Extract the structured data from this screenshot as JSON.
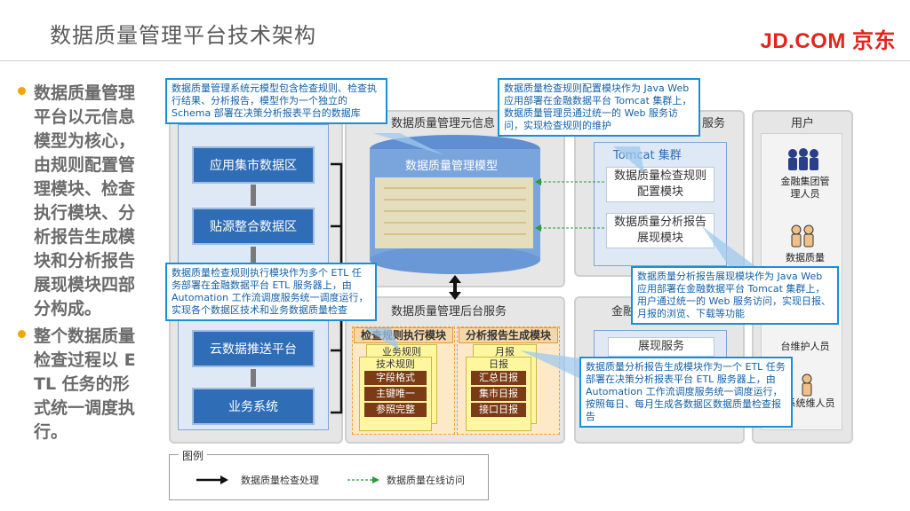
{
  "header": {
    "title": "数据质量管理平台技术架构",
    "logo": "JD.COM 京东"
  },
  "bullets": [
    "数据质量管理平台以元信息模型为核心，由规则配置管理模块、检查执行模块、分析报告生成模块和分析报告展现模块四部分构成。",
    "整个数据质量检查过程以 ETL 任务的形式统一调度执行。"
  ],
  "diagram": {
    "left_zones": [
      "应用集市数据区",
      "贴源整合数据区",
      "云数据推送平台",
      "业务系统"
    ],
    "meta_panel_title": "数据质量管理元信息",
    "meta_cylinder_label": "数据质量管理模型",
    "web_panel_title": "服务",
    "tomcat_label": "Tomcat 集群",
    "rule_config_module": "数据质量检查规则配置模块",
    "report_show_module": "数据质量分析报告展现模块",
    "backend_panel_title": "数据质量管理后台服务",
    "rule_exec_head": "检查规则执行模块",
    "report_gen_head": "分析报告生成模块",
    "rule_papers": [
      "业务规则",
      "技术规则"
    ],
    "rule_items": [
      "字段格式",
      "主键唯一",
      "参照完整"
    ],
    "report_papers": [
      "月报",
      "日报"
    ],
    "report_items": [
      "汇总日报",
      "集市日报",
      "接口日报"
    ],
    "finance_panel_title": "金融",
    "finance_show": "展现服务",
    "users_panel_title": "用户",
    "users": [
      "金融集团管理人员",
      "数据质量",
      "台维护人员",
      "系统维人员"
    ],
    "callouts": [
      "数据质量管理系统元模型包含检查规则、检查执行结果、分析报告，模型作为一个独立的 Schema 部署在决策分析报表平台的数据库",
      "数据质量检查规则配置模块作为 Java Web 应用部署在金融数据平台 Tomcat 集群上，数据质量管理员通过统一的 Web 服务访问，实现检查规则的维护",
      "数据质量检查规则执行模块作为多个 ETL 任务部署在金融数据平台 ETL 服务器上，由 Automation 工作流调度服务统一调度运行，实现各个数据区技术和业务数据质量检查",
      "数据质量分析报告展现模块作为 Java Web 应用部署在金融数据平台 Tomcat 集群上，用户通过统一的 Web 服务访问，实现日报、月报的浏览、下载等功能",
      "数据质量分析报告生成模块作为一个 ETL 任务部署在决策分析报表平台 ETL 服务器上，由 Automation 工作流调度服务统一调度运行，按照每日、每月生成各数据区数据质量检查报告"
    ],
    "legend": {
      "title": "图例",
      "solid": "数据质量检查处理",
      "dashed": "数据质量在线访问"
    }
  },
  "colors": {
    "accent": "#e1251b",
    "bullet": "#f0a500",
    "callout_border": "#1a8fd6",
    "zone_fill": "#2f6db7"
  }
}
